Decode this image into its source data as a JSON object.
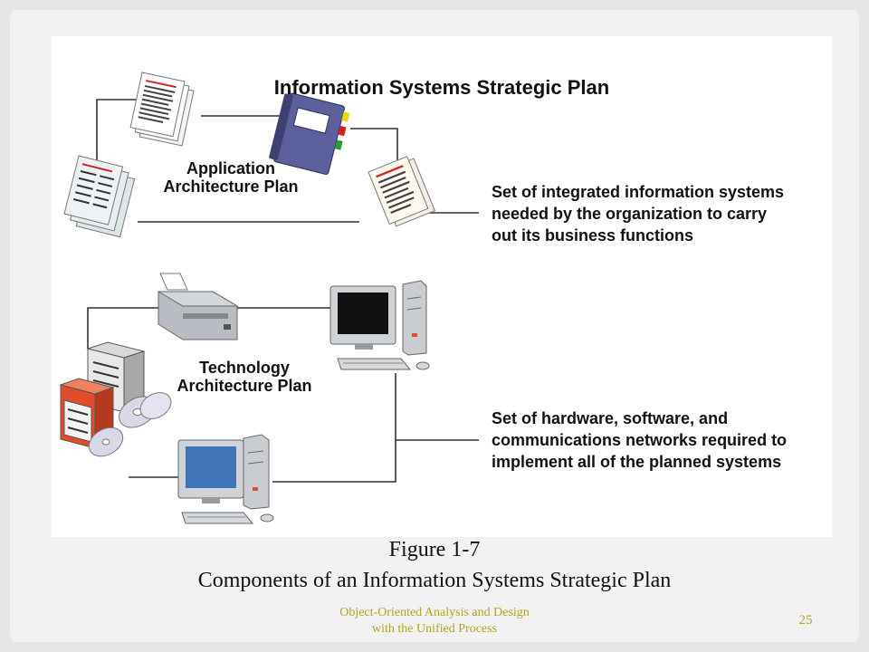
{
  "diagram": {
    "title": "Information Systems Strategic Plan",
    "application_plan": {
      "label_line1": "Application",
      "label_line2": "Architecture Plan",
      "description": [
        "Set of integrated information systems",
        "needed by the organization to carry",
        "out its business functions"
      ]
    },
    "technology_plan": {
      "label_line1": "Technology",
      "label_line2": "Architecture Plan",
      "description": [
        "Set of hardware, software, and",
        "communications networks required to",
        "implement all of the planned systems"
      ]
    },
    "icons": [
      "documents-icon",
      "binder-icon",
      "forms-icon",
      "report-icon",
      "printer-icon",
      "desktop-computer-icon",
      "server-icon",
      "cd-disc-icon",
      "keyboard-icon",
      "mouse-icon"
    ],
    "colors": {
      "binder": "#5b5f9c",
      "screen_dark": "#111111",
      "screen_blue": "#3f74b8",
      "server_accent": "#e24b2b",
      "tab_yellow": "#f0d800",
      "tab_red": "#d02020",
      "tab_green": "#2a9a2a"
    }
  },
  "caption": {
    "figure_number": "Figure 1-7",
    "figure_title": "Components of an Information Systems Strategic Plan"
  },
  "footer": {
    "line1": "Object-Oriented Analysis and Design",
    "line2": "with the Unified Process",
    "page_number": "25"
  }
}
